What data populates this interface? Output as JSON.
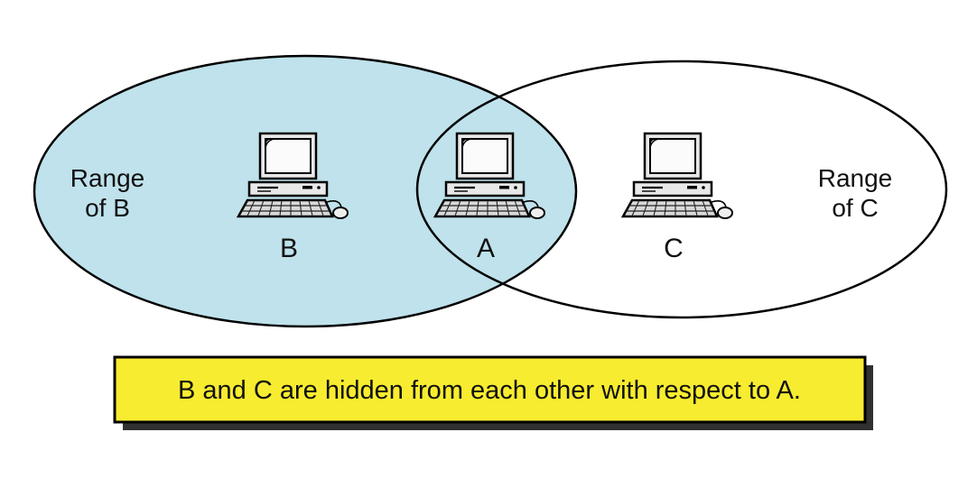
{
  "diagram": {
    "range_b": {
      "line1": "Range",
      "line2": "of B"
    },
    "range_c": {
      "line1": "Range",
      "line2": "of C"
    },
    "nodes": [
      {
        "label": "B"
      },
      {
        "label": "A"
      },
      {
        "label": "C"
      }
    ],
    "caption": "B and C are hidden from each other with respect to A.",
    "colors": {
      "range_b_fill": "#bfe2ec",
      "range_c_fill": "#ffffff",
      "outline": "#000000",
      "caption_bg": "#f8ec30",
      "caption_shadow": "#303030"
    }
  }
}
